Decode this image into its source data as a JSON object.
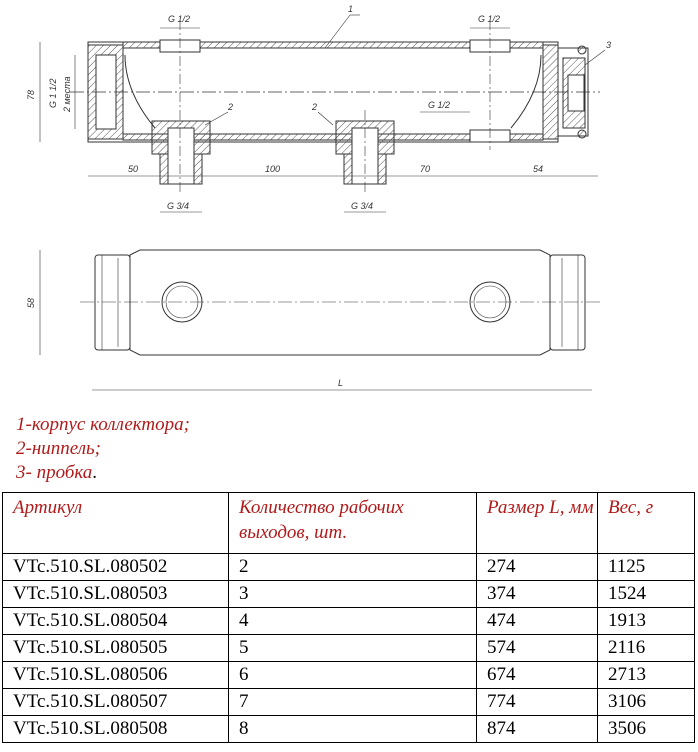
{
  "drawing": {
    "dims": {
      "top_g_left": "G 1/2",
      "top_g_right": "G 1/2",
      "leader_1": "1",
      "leader_2a": "2",
      "leader_2b": "2",
      "leader_3": "3",
      "mid_g": "G 1/2",
      "height_78": "78",
      "side_g": "G 1 1/2",
      "side_places": "2 места",
      "d50": "50",
      "d100": "100",
      "d70": "70",
      "d54": "54",
      "bottom_g_left": "G 3/4",
      "bottom_g_right": "G 3/4",
      "height_58": "58",
      "length_L": "L"
    }
  },
  "legend": [
    {
      "text": "1-корпус коллектора;",
      "suffix": ""
    },
    {
      "text": "2-ниппель;",
      "suffix": ""
    },
    {
      "text": "3- пробка",
      "suffix": "."
    }
  ],
  "table": {
    "headers": [
      "Артикул",
      "Количество рабочих выходов, шт.",
      "Размер L, мм",
      "Вес, г"
    ],
    "rows": [
      [
        "VTc.510.SL.080502",
        "2",
        "274",
        "1125"
      ],
      [
        "VTc.510.SL.080503",
        "3",
        "374",
        "1524"
      ],
      [
        "VTc.510.SL.080504",
        "4",
        "474",
        "1913"
      ],
      [
        "VTc.510.SL.080505",
        "5",
        "574",
        "2116"
      ],
      [
        "VTc.510.SL.080506",
        "6",
        "674",
        "2713"
      ],
      [
        "VTc.510.SL.080507",
        "7",
        "774",
        "3106"
      ],
      [
        "VTc.510.SL.080508",
        "8",
        "874",
        "3506"
      ]
    ]
  }
}
